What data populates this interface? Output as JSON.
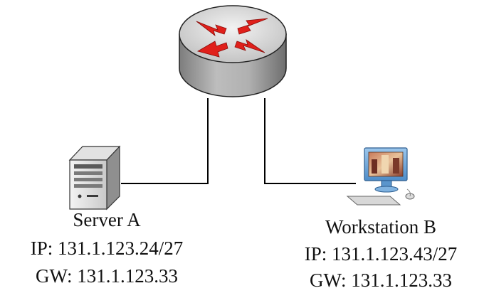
{
  "server": {
    "name": "Server A",
    "ip": "IP: 131.1.123.24/27",
    "gw": "GW: 131.1.123.33"
  },
  "workstation": {
    "name": "Workstation B",
    "ip": "IP: 131.1.123.43/27",
    "gw": "GW: 131.1.123.33"
  },
  "colors": {
    "router_body": "#a9a9a9",
    "router_top": "#d9d9d9",
    "router_arrows": "#e0201b",
    "link": "#000000"
  },
  "icons": {
    "router": "router-icon",
    "server": "server-icon",
    "workstation": "workstation-icon"
  }
}
